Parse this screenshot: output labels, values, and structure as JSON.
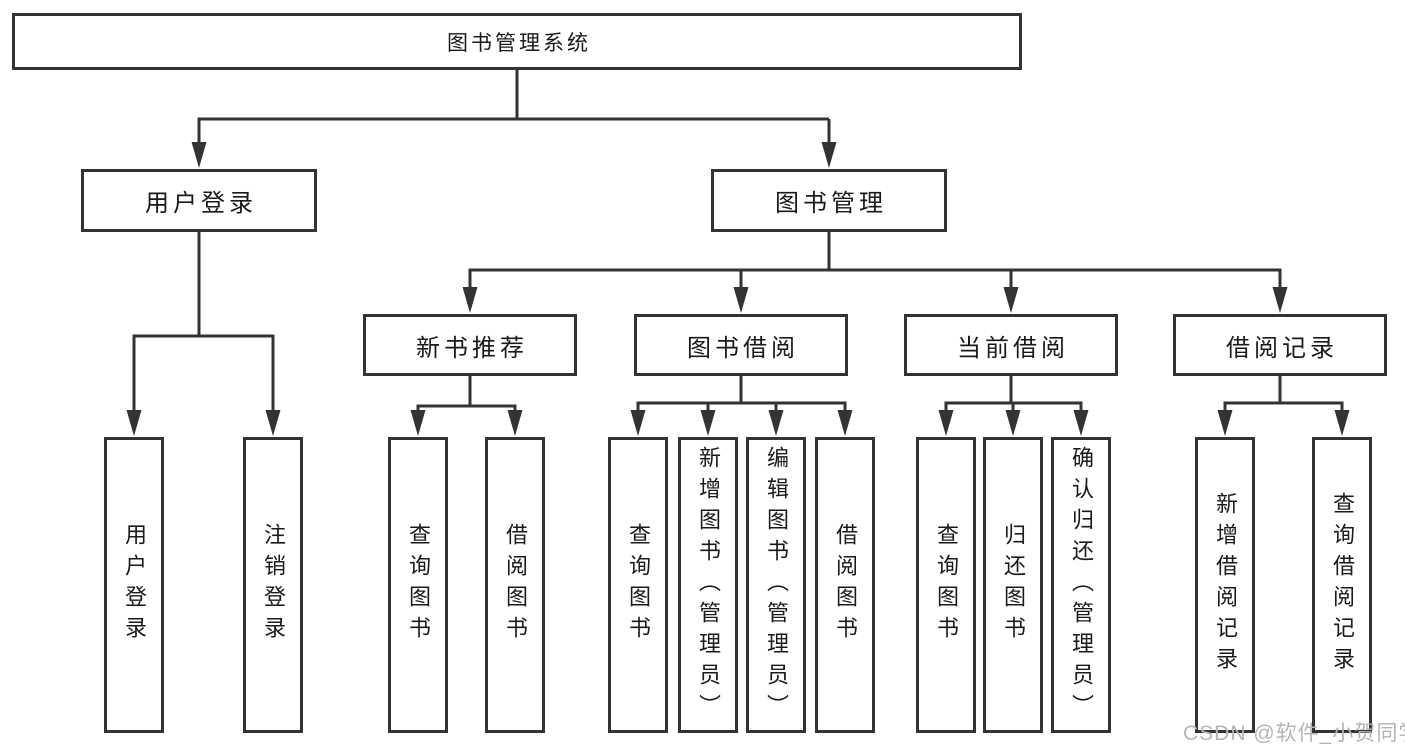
{
  "diagram": {
    "root": {
      "label": "图书管理系统"
    },
    "branches": [
      {
        "label": "用户登录",
        "children": [
          {
            "label": "用户登录"
          },
          {
            "label": "注销登录"
          }
        ]
      },
      {
        "label": "图书管理",
        "children": [
          {
            "label": "新书推荐",
            "children": [
              {
                "label": "查询图书"
              },
              {
                "label": "借阅图书"
              }
            ]
          },
          {
            "label": "图书借阅",
            "children": [
              {
                "label": "查询图书"
              },
              {
                "label": "新增图书（管理员）"
              },
              {
                "label": "编辑图书（管理员）"
              },
              {
                "label": "借阅图书"
              }
            ]
          },
          {
            "label": "当前借阅",
            "children": [
              {
                "label": "查询图书"
              },
              {
                "label": "归还图书"
              },
              {
                "label": "确认归还（管理员）"
              }
            ]
          },
          {
            "label": "借阅记录",
            "children": [
              {
                "label": "新增借阅记录"
              },
              {
                "label": "查询借阅记录"
              }
            ]
          }
        ]
      }
    ]
  },
  "watermark": "CSDN @软件_小贺同学",
  "colors": {
    "line": "#333333",
    "box_border": "#333333",
    "box_background": "#ffffff",
    "text": "#1a1a1a",
    "watermark": "#b5b5b5",
    "background": "#ffffff"
  }
}
